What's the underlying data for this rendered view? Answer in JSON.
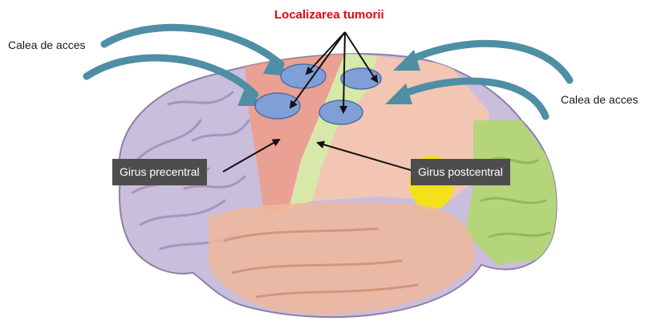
{
  "title": {
    "text": "Localizarea tumorii",
    "color": "#e30613"
  },
  "labels": {
    "access_left": "Calea de acces",
    "access_right": "Calea de acces",
    "precentral": "Girus precentral",
    "postcentral": "Girus postcentral"
  },
  "colors": {
    "label_box": "#4d4d4d",
    "access_arrow": "#4f8fa5",
    "tumor_ellipse": "#7f9fd6",
    "frontal_lobe": "#c9bedc",
    "precentral_gyrus": "#ee9c8c",
    "postcentral_gyrus": "#d8e8a8",
    "parietal_lobe": "#f2c6b2",
    "occipital_lobe": "#b4d57a",
    "angular_spot": "#f3e21a",
    "temporal_lobe": "#f0b99c"
  }
}
